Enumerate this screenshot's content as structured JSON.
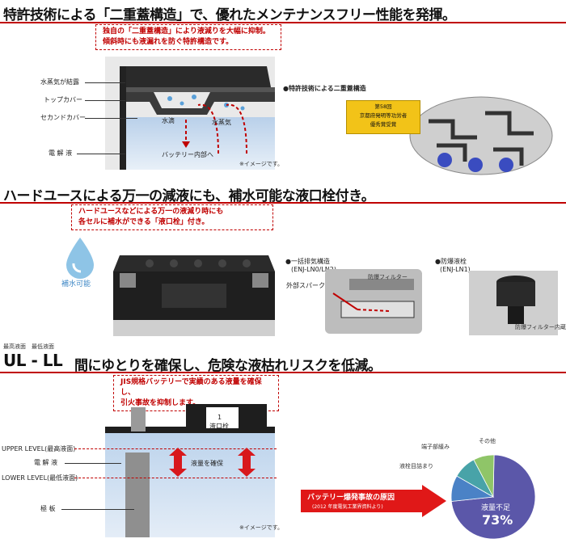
{
  "section1": {
    "title": "特許技術による「二重蓋構造」で、優れたメンテナンスフリー性能を発揮。",
    "callout": [
      "独自の「二重蓋構造」により液減りを大幅に抑制。",
      "傾斜時にも液漏れを防ぐ特許構造です。"
    ],
    "labels": {
      "vapor_condense": "水蒸気が結露",
      "top_cover": "トップカバー",
      "second_cover": "セカンドカバー",
      "water_drop": "水滴",
      "vapor": "水蒸気",
      "electrolyte": "電 解 液",
      "to_inside": "バッテリー内部へ",
      "image_note": "※イメージです。"
    },
    "patent_caption": "●特許技術による二重蓋構造",
    "award": [
      "第58回",
      "京都府発明等功労者",
      "優秀賞受賞"
    ]
  },
  "section2": {
    "title": "ハードユースによる万一の減液にも、補水可能な液口栓付き。",
    "callout": [
      "ハードユースなどによる万一の液減り時にも",
      "各セルに補水ができる「液口栓」付き。"
    ],
    "refill_label": "補水可能",
    "exhaust_caption": "●一括排気構造",
    "exhaust_models": "(ENJ-LN0/LN2)",
    "filter_label": "防爆フィルター",
    "spark_label": "外部スパーク",
    "plug_caption": "●防爆液栓",
    "plug_model": "(ENJ-LN1)",
    "plug_filter_label": "防爆フィルター内蔵"
  },
  "section3": {
    "levels_small": "最高液面　最低液面",
    "title_prefix": "UL - LL",
    "title": "間にゆとりを確保し、危険な液枯れリスクを低減。",
    "callout": [
      "JIS規格バッテリーで実績のある液量を確保し、",
      "引火事故を抑制します。"
    ],
    "labels": {
      "upper": "UPPER LEVEL(最高液面)",
      "electrolyte": "電 解 液",
      "lower": "LOWER LEVEL(最低液面)",
      "plate": "極 板",
      "plug": "液口栓",
      "plug_num": "1",
      "secure": "液量を確保",
      "image_note": "※イメージです。"
    },
    "arrow_title": "バッテリー爆発事故の原因",
    "arrow_sub": "(2012 年度電気工業界資料より)",
    "pie_labels": {
      "terminal": "端子部緩み",
      "plug_clog": "液栓目詰まり",
      "other": "その他",
      "low_level": "液量不足",
      "pct": "73%"
    }
  },
  "colors": {
    "accent": "#c00000",
    "pie_main": "#5b57a9",
    "pie_blue": "#4a82c6",
    "pie_teal": "#48a3a8",
    "pie_green": "#8fc568"
  },
  "chart_data": {
    "type": "pie",
    "categories": [
      "液量不足",
      "端子部緩み",
      "液栓目詰まり",
      "その他"
    ],
    "values": [
      73,
      10,
      9,
      8
    ],
    "title": "バッテリー爆発事故の原因"
  }
}
